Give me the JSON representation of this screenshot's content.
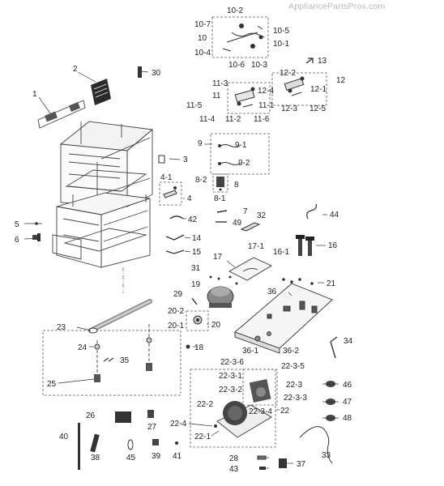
{
  "watermark": "AppliancePartsPros.com",
  "labels": [
    {
      "id": "l_10_2",
      "text": "10-2"
    },
    {
      "id": "l_10_7",
      "text": "10-7"
    },
    {
      "id": "l_10_5",
      "text": "10-5"
    },
    {
      "id": "l_10",
      "text": "10"
    },
    {
      "id": "l_10_1",
      "text": "10-1"
    },
    {
      "id": "l_10_4",
      "text": "10-4"
    },
    {
      "id": "l_10_6",
      "text": "10-6"
    },
    {
      "id": "l_10_3",
      "text": "10-3"
    },
    {
      "id": "l_13",
      "text": "13"
    },
    {
      "id": "l_30",
      "text": "30"
    },
    {
      "id": "l_2",
      "text": "2"
    },
    {
      "id": "l_1",
      "text": "1"
    },
    {
      "id": "l_12_2",
      "text": "12-2"
    },
    {
      "id": "l_12",
      "text": "12"
    },
    {
      "id": "l_12_4",
      "text": "12-4"
    },
    {
      "id": "l_12_1",
      "text": "12-1"
    },
    {
      "id": "l_12_3",
      "text": "12-3"
    },
    {
      "id": "l_12_5",
      "text": "12-5"
    },
    {
      "id": "l_11_3",
      "text": "11-3"
    },
    {
      "id": "l_11",
      "text": "11"
    },
    {
      "id": "l_11_5",
      "text": "11-5"
    },
    {
      "id": "l_11_1",
      "text": "11-1"
    },
    {
      "id": "l_11_4",
      "text": "11-4"
    },
    {
      "id": "l_11_2",
      "text": "11-2"
    },
    {
      "id": "l_11_6",
      "text": "11-6"
    },
    {
      "id": "l_9",
      "text": "9"
    },
    {
      "id": "l_9_1",
      "text": "9-1"
    },
    {
      "id": "l_9_2",
      "text": "9-2"
    },
    {
      "id": "l_3",
      "text": "3"
    },
    {
      "id": "l_4_1",
      "text": "4-1"
    },
    {
      "id": "l_4",
      "text": "4"
    },
    {
      "id": "l_8_2",
      "text": "8-2"
    },
    {
      "id": "l_8",
      "text": "8"
    },
    {
      "id": "l_8_1",
      "text": "8-1"
    },
    {
      "id": "l_7",
      "text": "7"
    },
    {
      "id": "l_49",
      "text": "49"
    },
    {
      "id": "l_42",
      "text": "42"
    },
    {
      "id": "l_32",
      "text": "32"
    },
    {
      "id": "l_44",
      "text": "44"
    },
    {
      "id": "l_5",
      "text": "5"
    },
    {
      "id": "l_6",
      "text": "6"
    },
    {
      "id": "l_14",
      "text": "14"
    },
    {
      "id": "l_15",
      "text": "15"
    },
    {
      "id": "l_17_1",
      "text": "17-1"
    },
    {
      "id": "l_16",
      "text": "16"
    },
    {
      "id": "l_16_1",
      "text": "16-1"
    },
    {
      "id": "l_17",
      "text": "17"
    },
    {
      "id": "l_31",
      "text": "31"
    },
    {
      "id": "l_19",
      "text": "19"
    },
    {
      "id": "l_21",
      "text": "21"
    },
    {
      "id": "l_36",
      "text": "36"
    },
    {
      "id": "l_29",
      "text": "29"
    },
    {
      "id": "l_20_2",
      "text": "20-2"
    },
    {
      "id": "l_20_1",
      "text": "20-1"
    },
    {
      "id": "l_20",
      "text": "20"
    },
    {
      "id": "l_23",
      "text": "23"
    },
    {
      "id": "l_34",
      "text": "34"
    },
    {
      "id": "l_36_1",
      "text": "36-1"
    },
    {
      "id": "l_36_2",
      "text": "36-2"
    },
    {
      "id": "l_24",
      "text": "24"
    },
    {
      "id": "l_18",
      "text": "18"
    },
    {
      "id": "l_35",
      "text": "35"
    },
    {
      "id": "l_22_3_6",
      "text": "22-3-6"
    },
    {
      "id": "l_22_3_5",
      "text": "22-3-5"
    },
    {
      "id": "l_22_3_1",
      "text": "22-3-1"
    },
    {
      "id": "l_22_3",
      "text": "22-3"
    },
    {
      "id": "l_22_3_2",
      "text": "22-3-2"
    },
    {
      "id": "l_22_3_3",
      "text": "22-3-3"
    },
    {
      "id": "l_25",
      "text": "25"
    },
    {
      "id": "l_46",
      "text": "46"
    },
    {
      "id": "l_47",
      "text": "47"
    },
    {
      "id": "l_22_2",
      "text": "22-2"
    },
    {
      "id": "l_22_3_4",
      "text": "22-3-4"
    },
    {
      "id": "l_22",
      "text": "22"
    },
    {
      "id": "l_48",
      "text": "48"
    },
    {
      "id": "l_26",
      "text": "26"
    },
    {
      "id": "l_27",
      "text": "27"
    },
    {
      "id": "l_22_4",
      "text": "22-4"
    },
    {
      "id": "l_22_1",
      "text": "22-1"
    },
    {
      "id": "l_40",
      "text": "40"
    },
    {
      "id": "l_33",
      "text": "33"
    },
    {
      "id": "l_38",
      "text": "38"
    },
    {
      "id": "l_45",
      "text": "45"
    },
    {
      "id": "l_39",
      "text": "39"
    },
    {
      "id": "l_41",
      "text": "41"
    },
    {
      "id": "l_28",
      "text": "28"
    },
    {
      "id": "l_43",
      "text": "43"
    },
    {
      "id": "l_37",
      "text": "37"
    }
  ]
}
